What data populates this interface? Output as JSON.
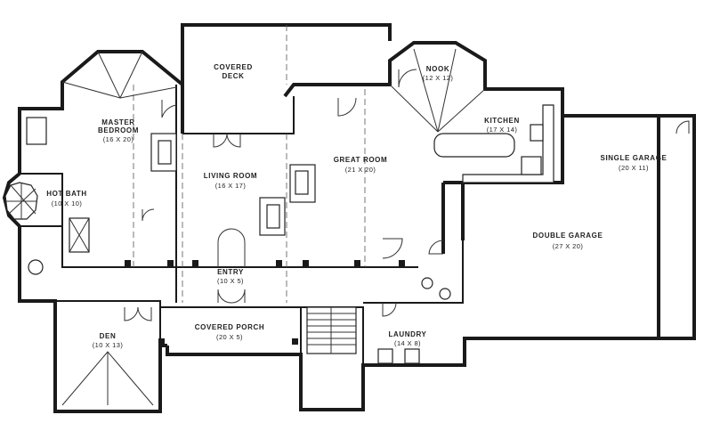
{
  "rooms": {
    "covered_deck": {
      "name_line1": "COVERED",
      "name_line2": "DECK"
    },
    "nook": {
      "name": "NOOK",
      "dims": "(12 X 12)"
    },
    "master_bedroom": {
      "name_line1": "MASTER",
      "name_line2": "BEDROOM",
      "dims": "(16 X 20)"
    },
    "kitchen": {
      "name": "KITCHEN",
      "dims": "(17 X 14)"
    },
    "single_garage": {
      "name": "SINGLE GARAGE",
      "dims": "(20 X 11)"
    },
    "great_room": {
      "name": "GREAT ROOM",
      "dims": "(21 X 20)"
    },
    "living_room": {
      "name": "LIVING ROOM",
      "dims": "(16 X 17)"
    },
    "hot_bath": {
      "name": "HOT BATH",
      "dims": "(10 X 10)"
    },
    "double_garage": {
      "name": "DOUBLE GARAGE",
      "dims": "(27 X 20)"
    },
    "entry": {
      "name": "ENTRY",
      "dims": "(10 X 5)"
    },
    "covered_porch": {
      "name": "COVERED PORCH",
      "dims": "(20 X 5)"
    },
    "laundry": {
      "name": "LAUNDRY",
      "dims": "(14 X 8)"
    },
    "den": {
      "name": "DEN",
      "dims": "(10 X 13)"
    }
  }
}
